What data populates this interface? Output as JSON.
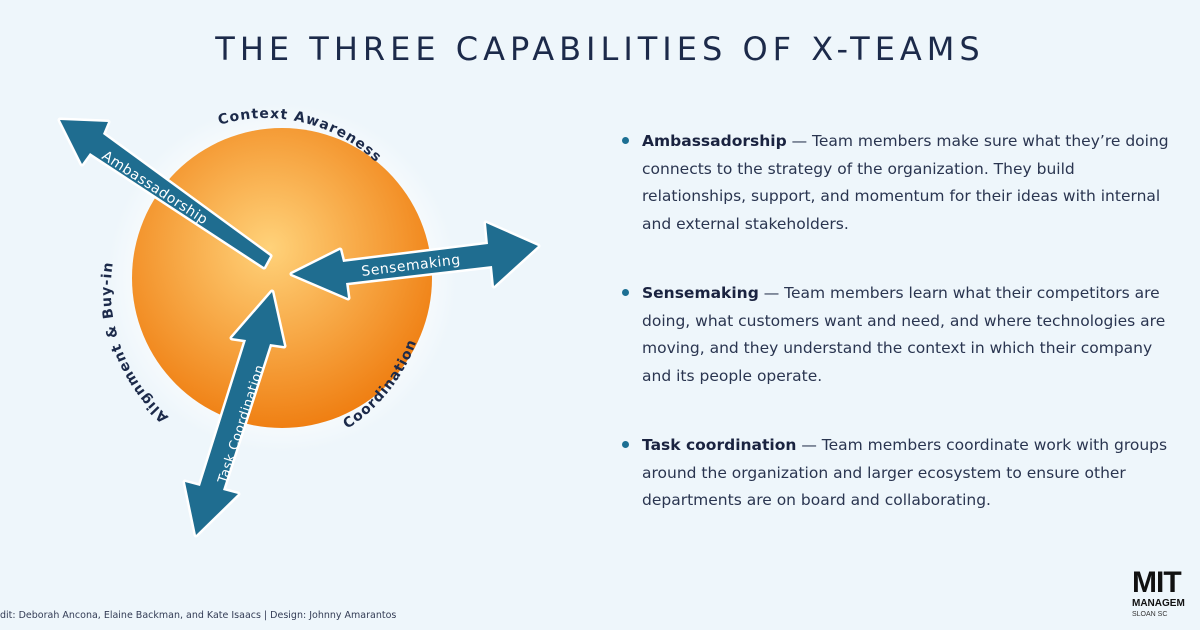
{
  "title": "THE THREE CAPABILITIES OF X-TEAMS",
  "diagram": {
    "arrows": {
      "ambassadorship": "Ambassadorship",
      "sensemaking": "Sensemaking",
      "task_coordination": "Task Coordination"
    },
    "ring_labels": {
      "context_awareness": "Context Awareness",
      "alignment": "Alignment & Buy-in",
      "coordination": "Coordination"
    },
    "colors": {
      "sphere_center": "#ffd27a",
      "sphere_edge": "#ef7d10",
      "arrow": "#1f6d90",
      "arrow_outline": "#ffffff"
    }
  },
  "bullets": [
    {
      "term": "Ambassadorship",
      "text": " — Team members make sure what they’re doing connects to the strategy of the organization. They build relationships, support, and momentum for their ideas with internal and external stakeholders."
    },
    {
      "term": "Sensemaking",
      "text": " — Team members learn what their competitors are doing, what customers want and need, and where technologies are moving, and they understand the context in which their company and its people operate."
    },
    {
      "term": "Task coordination",
      "text": " — Team members coordinate work with groups around the organization and larger ecosystem to ensure other departments are on board and collaborating."
    }
  ],
  "credit": "dit: Deborah Ancona, Elaine Backman, and Kate Isaacs | Design: Johnny Amarantos",
  "logo": {
    "main": "MIT",
    "sub": "MANAGEM",
    "sub2": "SLOAN SC"
  }
}
